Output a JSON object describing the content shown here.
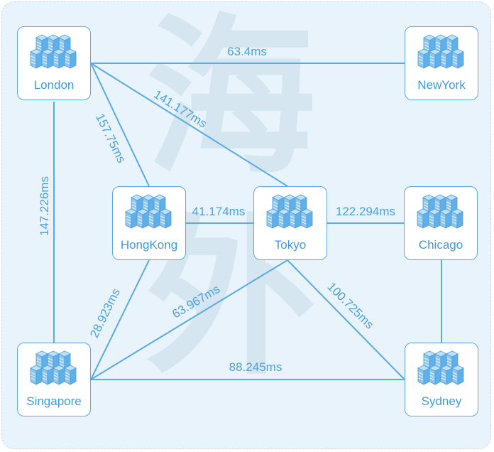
{
  "watermark": [
    "海",
    "外"
  ],
  "nodes": [
    {
      "id": "london",
      "label": "London"
    },
    {
      "id": "newyork",
      "label": "NewYork"
    },
    {
      "id": "hongkong",
      "label": "HongKong"
    },
    {
      "id": "tokyo",
      "label": "Tokyo"
    },
    {
      "id": "chicago",
      "label": "Chicago"
    },
    {
      "id": "singapore",
      "label": "Singapore"
    },
    {
      "id": "sydney",
      "label": "Sydney"
    }
  ],
  "links": [
    {
      "id": "london-newyork",
      "from": "London",
      "to": "NewYork",
      "latency": "63.4ms"
    },
    {
      "id": "london-tokyo",
      "from": "London",
      "to": "Tokyo",
      "latency": "141.177ms"
    },
    {
      "id": "london-hongkong",
      "from": "London",
      "to": "HongKong",
      "latency": "157.75ms"
    },
    {
      "id": "london-singapore",
      "from": "London",
      "to": "Singapore",
      "latency": "147.226ms"
    },
    {
      "id": "hongkong-tokyo",
      "from": "HongKong",
      "to": "Tokyo",
      "latency": "41.174ms"
    },
    {
      "id": "tokyo-chicago",
      "from": "Tokyo",
      "to": "Chicago",
      "latency": "122.294ms"
    },
    {
      "id": "hongkong-singapore",
      "from": "HongKong",
      "to": "Singapore",
      "latency": "28.923ms"
    },
    {
      "id": "tokyo-singapore",
      "from": "Tokyo",
      "to": "Singapore",
      "latency": "63.967ms"
    },
    {
      "id": "tokyo-sydney",
      "from": "Tokyo",
      "to": "Sydney",
      "latency": "100.725ms"
    },
    {
      "id": "singapore-sydney",
      "from": "Singapore",
      "to": "Sydney",
      "latency": "88.245ms"
    },
    {
      "id": "chicago-sydney",
      "from": "Chicago",
      "to": "Sydney",
      "latency": ""
    }
  ],
  "colors": {
    "panel": "#e8f3fc",
    "line": "#5aaae4",
    "text": "#3f9ade",
    "watermark": "#d6e6f1"
  }
}
